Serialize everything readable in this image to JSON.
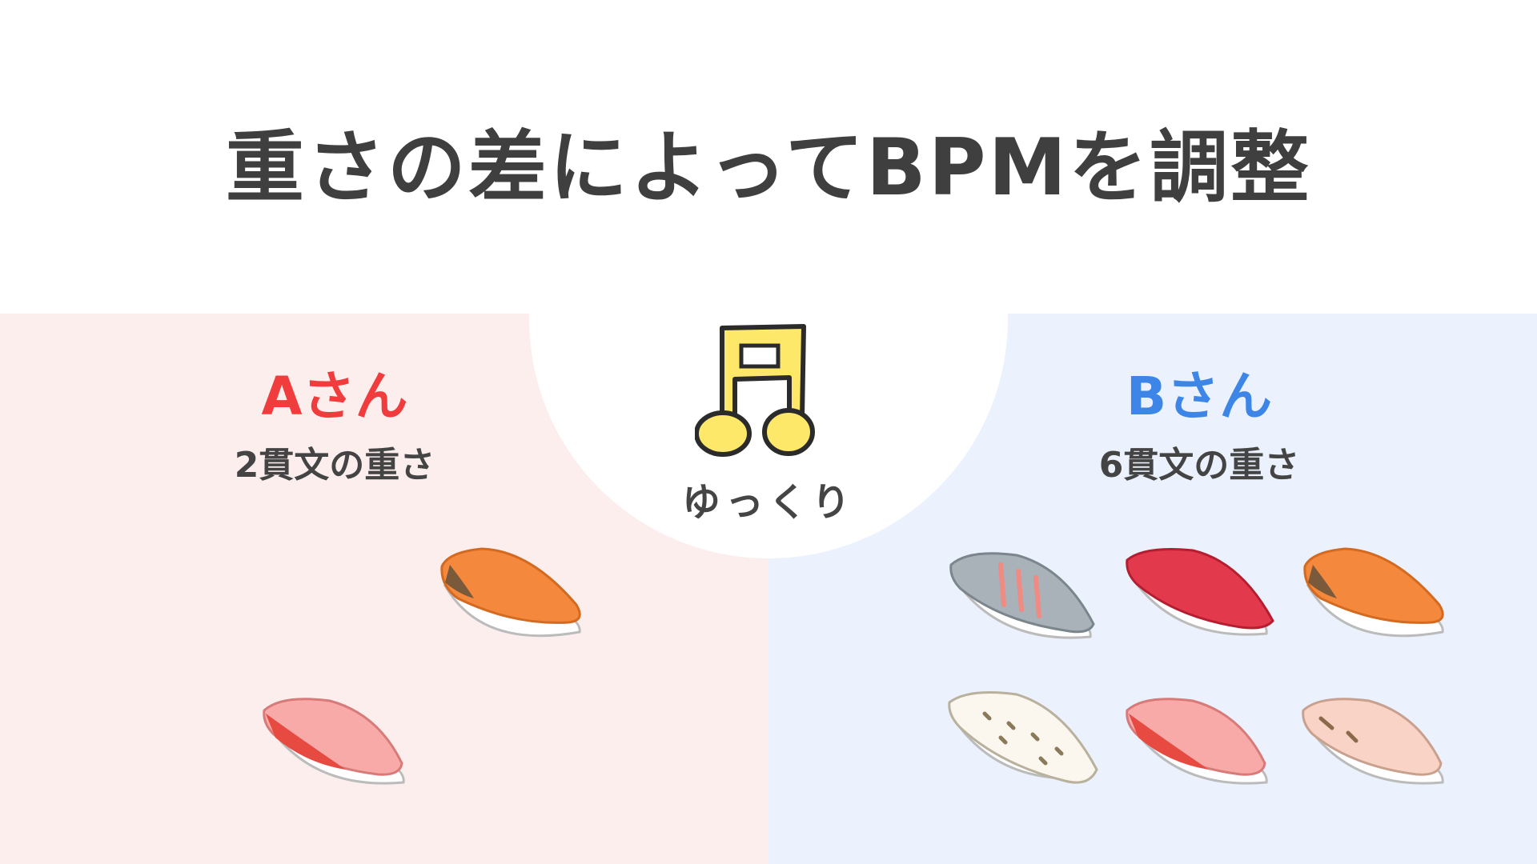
{
  "title": "重さの差によってBPMを調整",
  "person_a": {
    "name": "Aさん",
    "weight": "2貫文の重さ"
  },
  "person_b": {
    "name": "Bさん",
    "weight": "6貫文の重さ"
  },
  "center": {
    "tempo": "ゆっくり",
    "icon": "music-note-icon"
  },
  "colors": {
    "left_panel": "#fdeeee",
    "right_panel": "#ebf2fd",
    "person_a": "#f03c3c",
    "person_b": "#3d86e8",
    "note": "#fde86a"
  },
  "sushi_left": [
    "salmon",
    "yellowtail"
  ],
  "sushi_right": [
    "aji",
    "tuna",
    "salmon",
    "ika",
    "yellowtail",
    "tai"
  ]
}
